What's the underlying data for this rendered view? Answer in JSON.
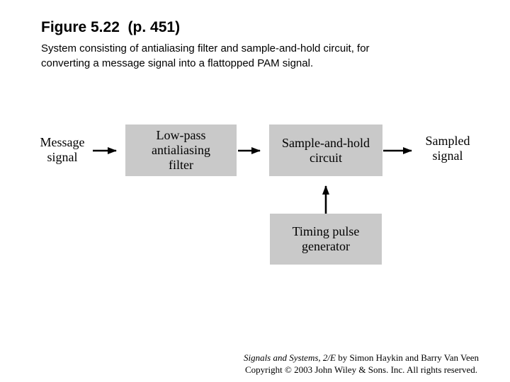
{
  "title": "Figure 5.22  (p. 451)",
  "caption": {
    "lines": [
      "System consisting of antialiasing filter and sample-and-hold circuit, for",
      "converting a message signal into a flattopped PAM signal."
    ]
  },
  "diagram": {
    "source_label": {
      "lines": [
        "Message",
        "signal"
      ]
    },
    "sink_label": {
      "lines": [
        "Sampled",
        "signal"
      ]
    },
    "blocks": [
      {
        "id": "lowpass-filter",
        "lines": [
          "Low-pass",
          "antialiasing",
          "filter"
        ]
      },
      {
        "id": "sample-and-hold",
        "lines": [
          "Sample-and-hold",
          "circuit"
        ]
      },
      {
        "id": "timing-pulse-generator",
        "lines": [
          "Timing pulse",
          "generator"
        ]
      }
    ],
    "arrows": [
      "message-to-lowpass-filter",
      "lowpass-filter-to-sample-and-hold",
      "sample-and-hold-to-sampled-signal",
      "timing-generator-to-sample-and-hold"
    ]
  },
  "footer": {
    "line1_italic": "Signals and Systems, 2/E",
    "line1_rest": " by Simon Haykin and Barry Van Veen",
    "line2": "Copyright © 2003 John Wiley & Sons. Inc. All rights reserved."
  },
  "colors": {
    "box_fill": "#c9c9c9",
    "ink": "#000000",
    "background": "#ffffff"
  }
}
